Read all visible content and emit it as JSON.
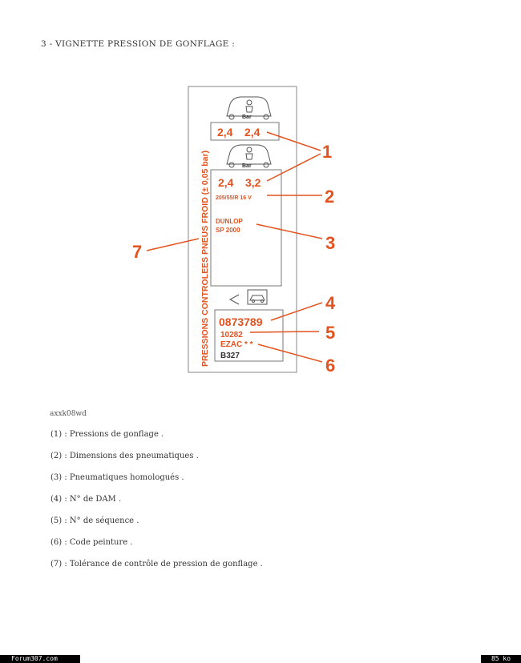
{
  "heading": "3 - VIGNETTE PRESSION DE GONFLAGE :",
  "label": {
    "vertical_text": "PRESSIONS CONTROLEES PNEUS FROID (± 0,05 bar)",
    "unit_top": "Bar",
    "unit_bottom": "Bar",
    "pressure_top_front": "2,4",
    "pressure_top_rear": "2,4",
    "pressure_bottom_front": "2,4",
    "pressure_bottom_rear": "3,2",
    "tyre_size": "205/55/R 16 V",
    "tyre_brand": "DUNLOP",
    "tyre_model": "SP 2000",
    "dam_number": "0873789",
    "sequence_number": "10282",
    "paint_code": "EZAC * *",
    "extra_code": "B327"
  },
  "callouts": [
    "1",
    "2",
    "3",
    "4",
    "5",
    "6",
    "7"
  ],
  "image_ref": "axxk08wd",
  "legend": [
    "(1) : Pressions de gonflage .",
    "(2) : Dimensions des pneumatiques .",
    "(3) : Pneumatiques homologués .",
    "(4) : N° de DAM .",
    "(5) : N° de séquence .",
    "(6) : Code peinture .",
    "(7) : Tolérance de contrôle de pression de gonflage ."
  ],
  "footer": {
    "site": "Forum307.com",
    "size": "85 ko"
  },
  "colors": {
    "accent": "#e2531f",
    "ink": "#333333"
  }
}
